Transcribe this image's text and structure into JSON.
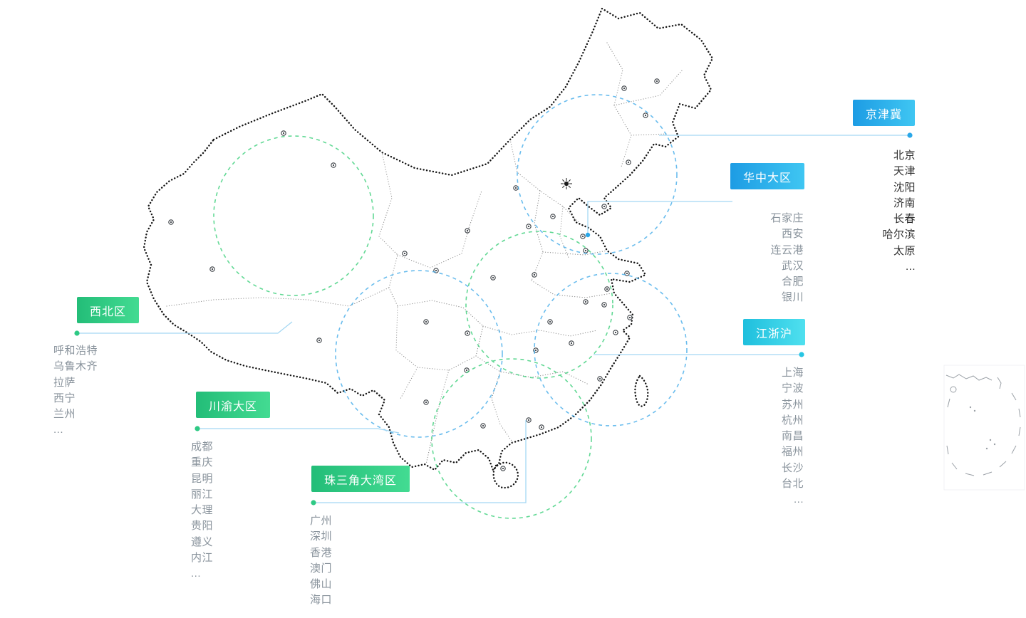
{
  "page": {
    "background": "#ffffff"
  },
  "colors": {
    "tag_blue": "#2aa7e8",
    "tag_green": "#2ec984",
    "tag_cyan": "#27c5e3",
    "circle_blue": "#3aa7e8",
    "circle_green": "#2ecc71",
    "connector_line": "#a5d8f3",
    "map_border": "#141414",
    "map_inner_lines": "#7d7d7d",
    "city_text_dark": "#2f2f2f",
    "city_text_gray": "#89939c"
  },
  "regions": [
    {
      "id": "jingjinji",
      "label": "京津冀",
      "color": "blue",
      "cities": [
        "北京",
        "天津",
        "沈阳",
        "济南",
        "长春",
        "哈尔滨",
        "太原",
        "..."
      ]
    },
    {
      "id": "huazhong",
      "label": "华中大区",
      "color": "blue",
      "cities": [
        "石家庄",
        "西安",
        "连云港",
        "武汉",
        "合肥",
        "银川"
      ]
    },
    {
      "id": "xibei",
      "label": "西北区",
      "color": "green",
      "cities": [
        "呼和浩特",
        "乌鲁木齐",
        "拉萨",
        "西宁",
        "兰州",
        "..."
      ]
    },
    {
      "id": "chuanyu",
      "label": "川渝大区",
      "color": "green",
      "cities": [
        "成都",
        "重庆",
        "昆明",
        "丽江",
        "大理",
        "贵阳",
        "遵义",
        "内江",
        "..."
      ]
    },
    {
      "id": "zhusanjiao",
      "label": "珠三角大湾区",
      "color": "green",
      "cities": [
        "广州",
        "深圳",
        "香港",
        "澳门",
        "佛山",
        "海口",
        "..."
      ]
    },
    {
      "id": "jiangzhehu",
      "label": "江浙沪",
      "color": "cyan",
      "cities": [
        "上海",
        "宁波",
        "苏州",
        "杭州",
        "南昌",
        "福州",
        "长沙",
        "台北",
        "..."
      ]
    }
  ]
}
